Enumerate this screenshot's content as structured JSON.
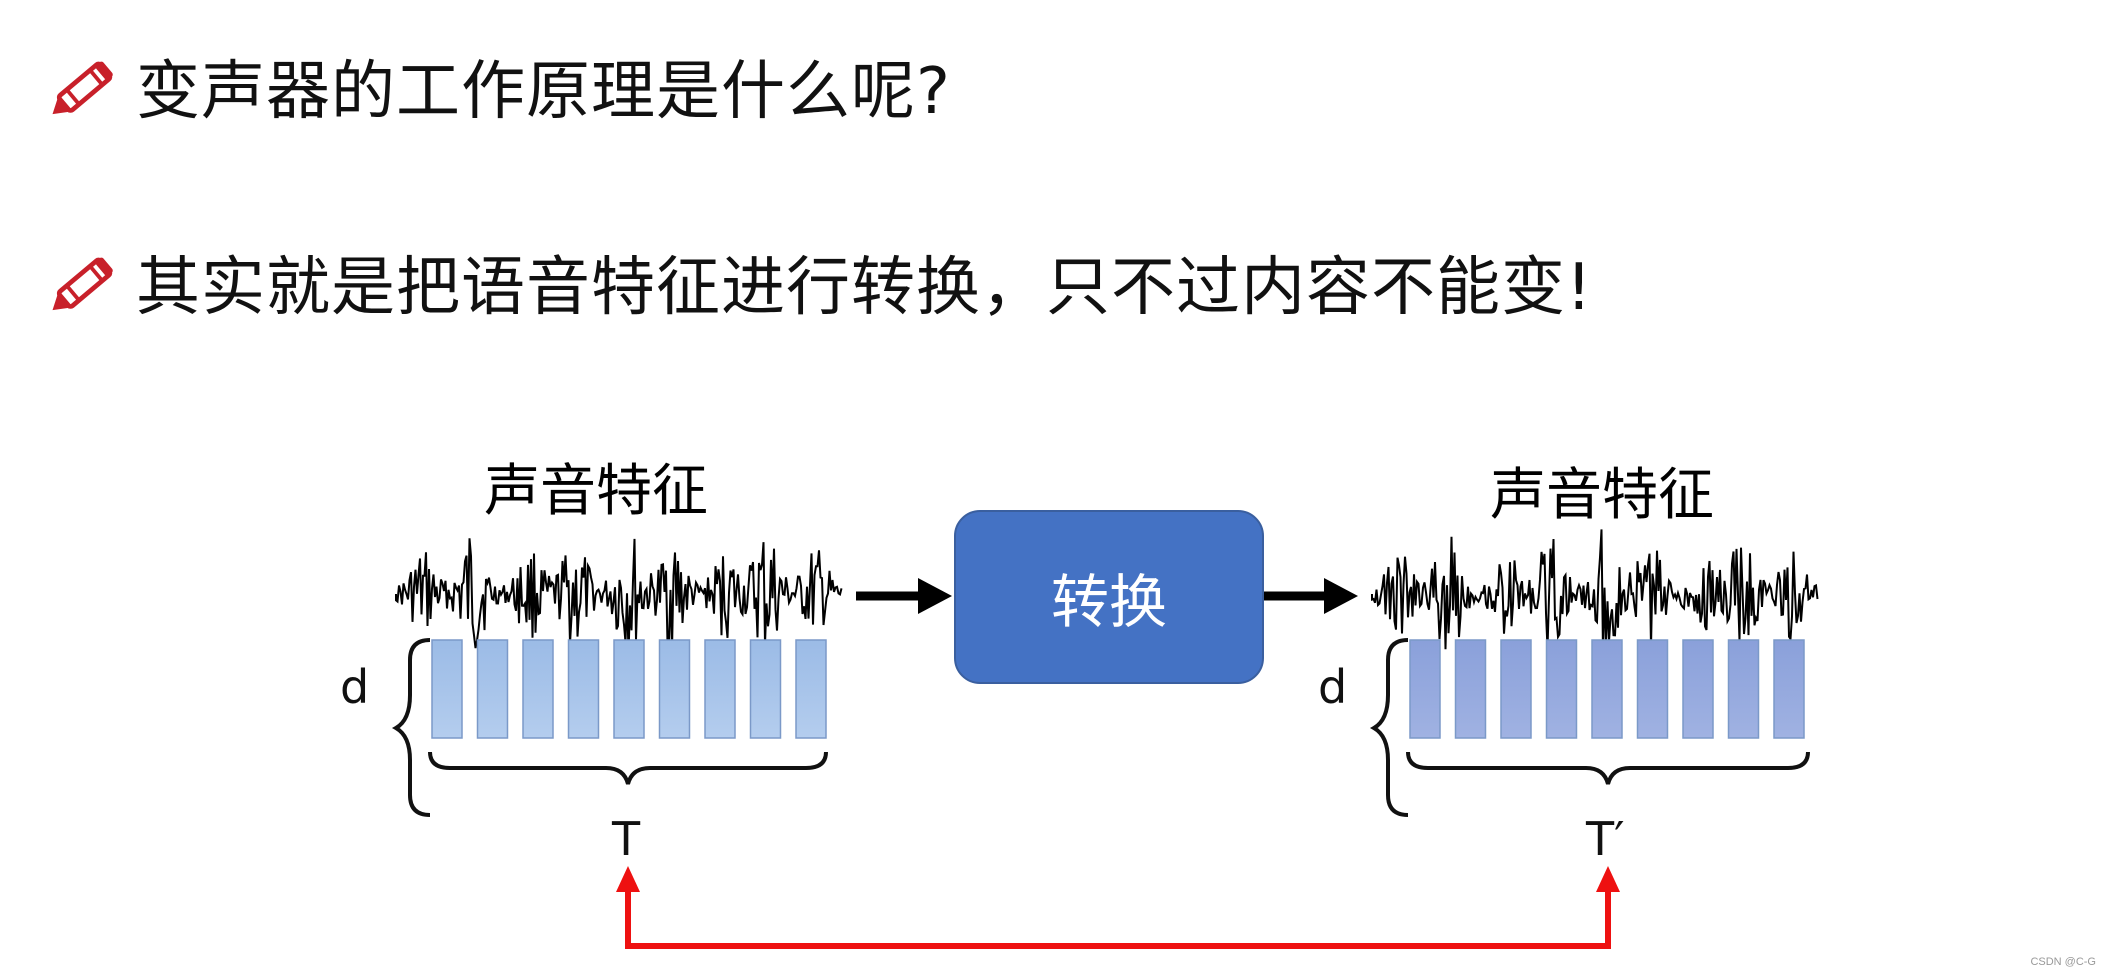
{
  "bullets": [
    {
      "text": "变声器的工作原理是什么呢?"
    },
    {
      "text": "其实就是把语音特征进行转换，只不过内容不能变!"
    }
  ],
  "diagram": {
    "input_label": "声音特征",
    "output_label": "声音特征",
    "transform_label": "转换",
    "dimension_label_left": "d",
    "dimension_label_right": "d",
    "time_label_left": "T",
    "time_label_right": "T′"
  },
  "colors": {
    "bullet_icon": "#c8202a",
    "box": "#4472c4",
    "input_bars": "#a4c2e8",
    "output_bars": "#8fa5dc",
    "link_arrow": "#ee1111"
  },
  "watermark": "CSDN @C-G",
  "icons": [
    "pencil-icon"
  ]
}
